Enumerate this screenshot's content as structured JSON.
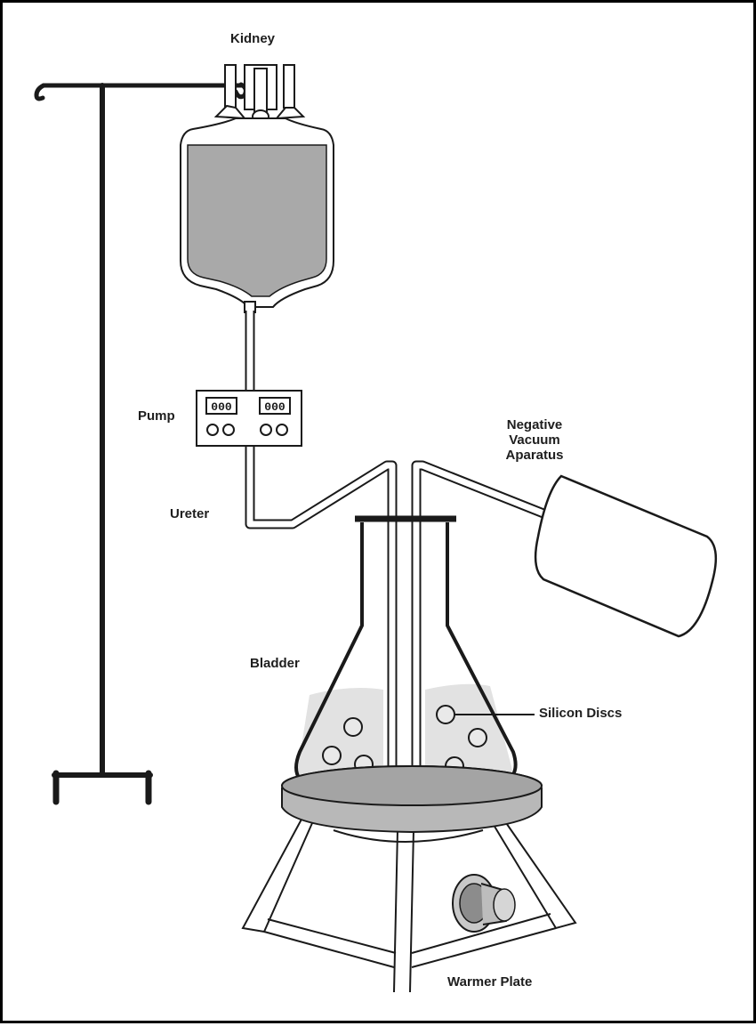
{
  "labels": {
    "kidney": "Kidney",
    "pump": "Pump",
    "ureter": "Ureter",
    "vacuum_line1": "Negative",
    "vacuum_line2": "Vacuum",
    "vacuum_line3": "Aparatus",
    "bladder": "Bladder",
    "silicon_discs": "Silicon Discs",
    "warmer_plate": "Warmer Plate"
  },
  "pump_displays": [
    "000",
    "000"
  ],
  "colors": {
    "line": "#1a1a1a",
    "bag_fluid": "#a9a9a9",
    "flask_fluid": "#e2e2e2",
    "plate_top": "#9a9a9a",
    "knob": "#8c8c8c"
  }
}
